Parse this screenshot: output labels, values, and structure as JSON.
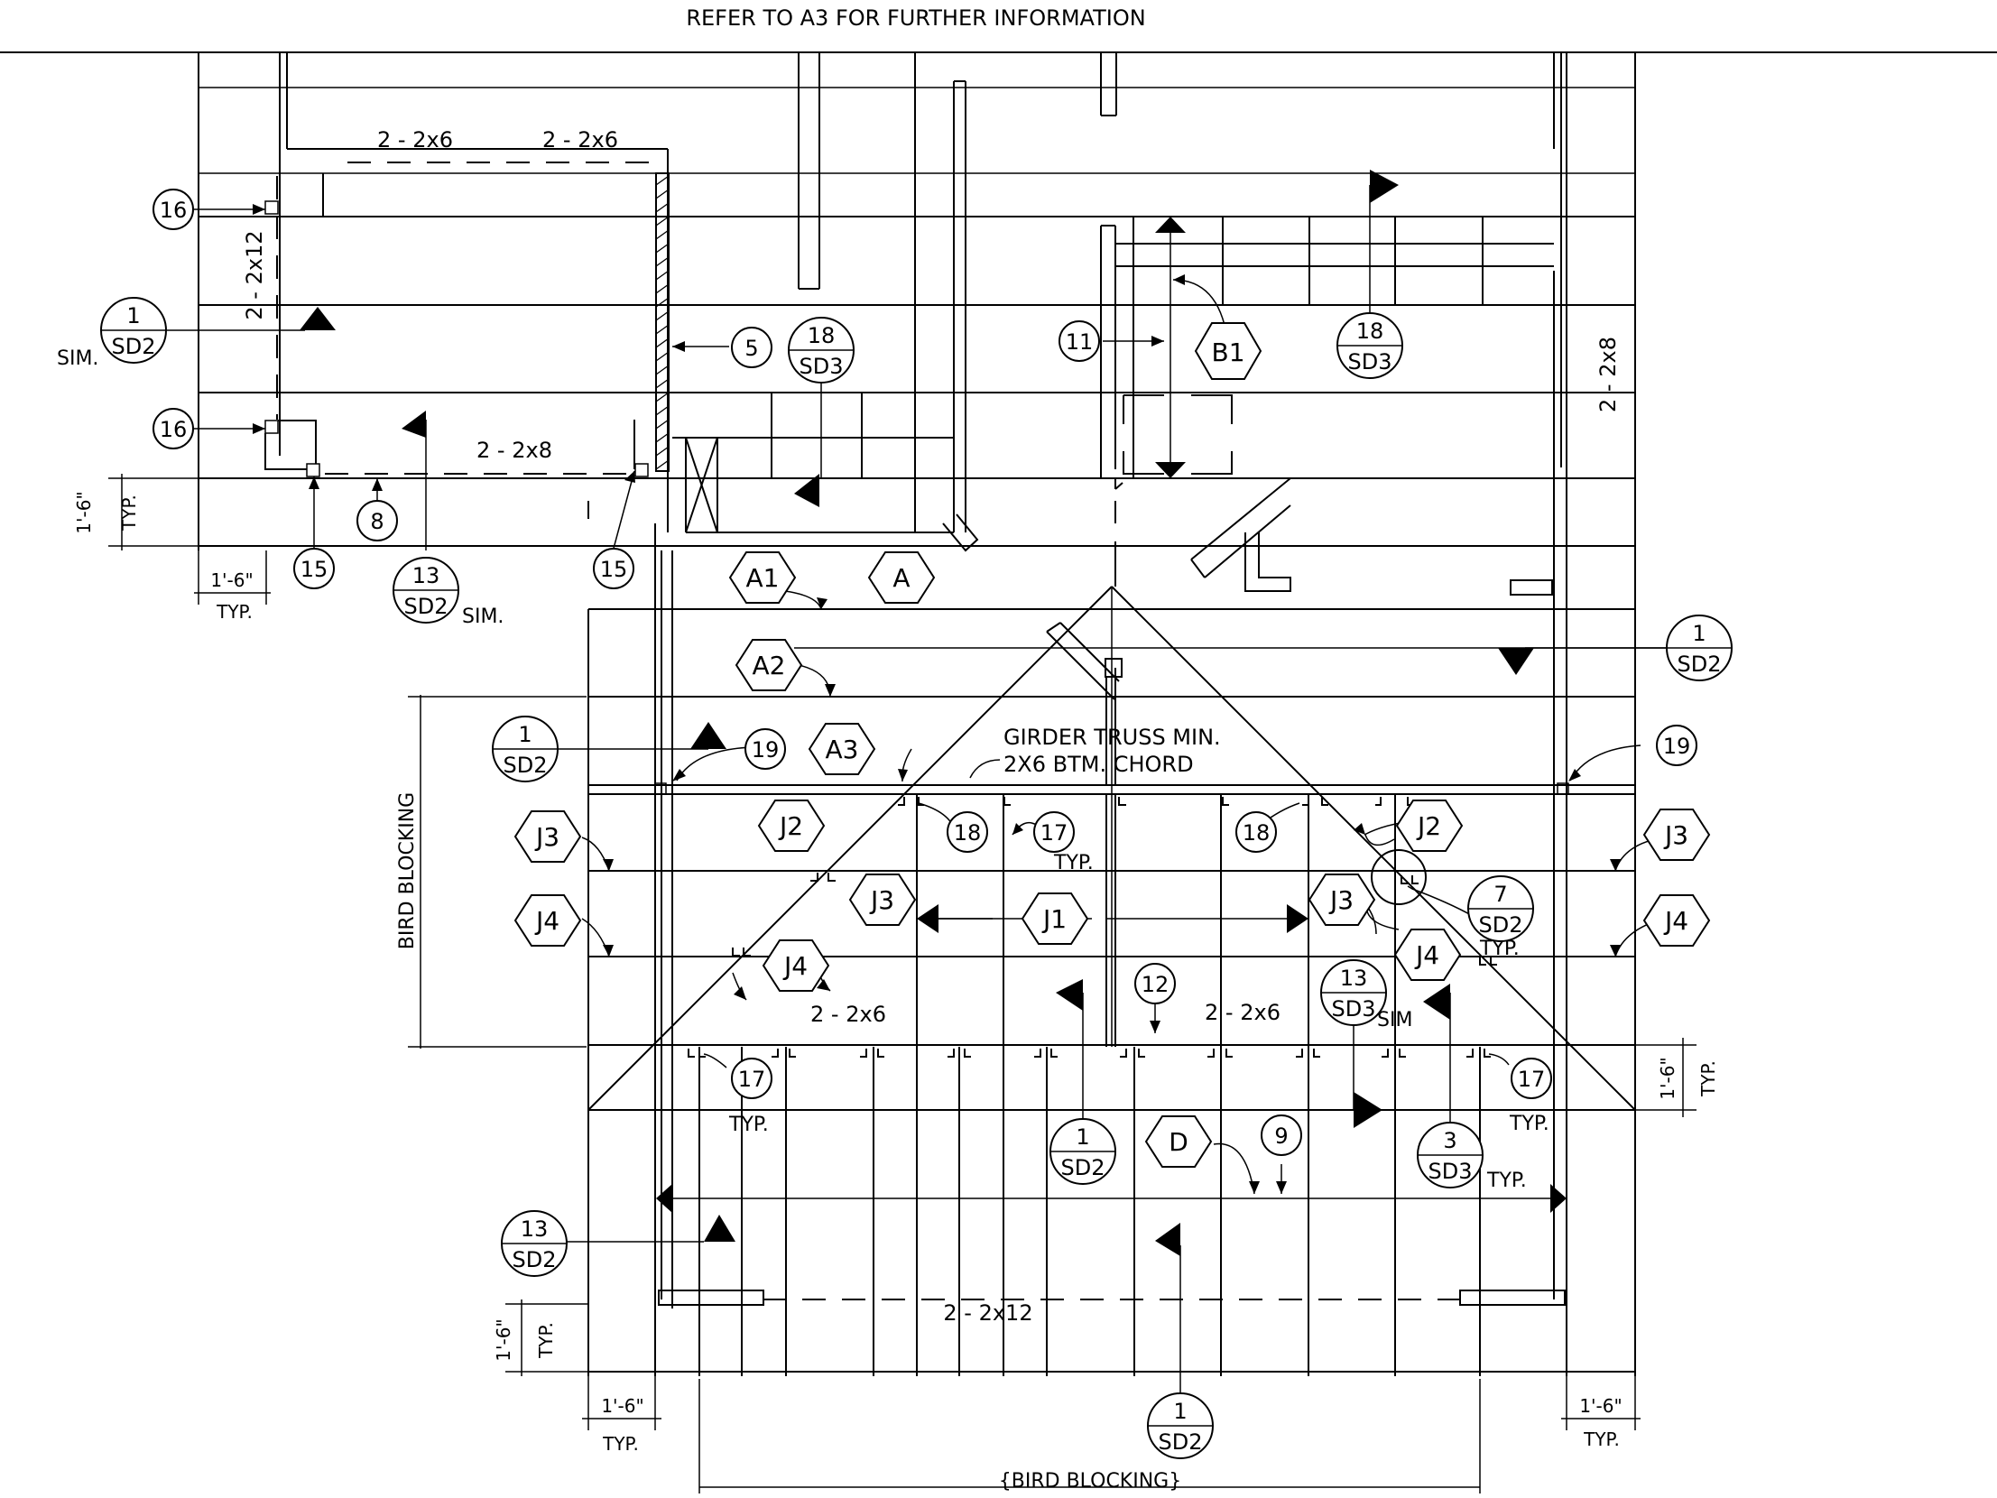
{
  "note_top": "REFER TO A3 FOR FURTHER INFORMATION",
  "colors": {
    "ink": "#000000",
    "paper": "#ffffff"
  },
  "members": {
    "hdr_2_2x6_a": "2 - 2x6",
    "hdr_2_2x6_b": "2 - 2x6",
    "hdr_2_2x12_v": "2 - 2x12",
    "hdr_2_2x8_h": "2 - 2x8",
    "hdr_2_2x8_v": "2 - 2x8",
    "hdr_2_2x6_c": "2 - 2x6",
    "hdr_2_2x6_d": "2 - 2x6",
    "hdr_2_2x12_h": "2 - 2x12"
  },
  "labels": {
    "girder_1": "GIRDER TRUSS MIN.",
    "girder_2": "2X6 BTM. CHORD",
    "bird_blocking_v": "BIRD BLOCKING",
    "bird_blocking_h": "{BIRD BLOCKING}",
    "sim": "SIM.",
    "sim2": "SIM",
    "typ": "TYP."
  },
  "dims": {
    "d1_6": "1'-6\""
  },
  "keynotes": [
    "16",
    "16",
    "5",
    "8",
    "15",
    "15",
    "11",
    "19",
    "19",
    "18",
    "17",
    "18",
    "12",
    "17",
    "17",
    "9"
  ],
  "hexes": [
    "B1",
    "A1",
    "A",
    "A2",
    "A3",
    "J2",
    "J2",
    "J3",
    "J3",
    "J3",
    "J3",
    "J4",
    "J4",
    "J4",
    "J1",
    "J4",
    "D"
  ],
  "sections": [
    {
      "top": "1",
      "bot": "SD2"
    },
    {
      "top": "18",
      "bot": "SD3"
    },
    {
      "top": "18",
      "bot": "SD3"
    },
    {
      "top": "13",
      "bot": "SD2"
    },
    {
      "top": "1",
      "bot": "SD2"
    },
    {
      "top": "1",
      "bot": "SD2"
    },
    {
      "top": "7",
      "bot": "SD2"
    },
    {
      "top": "13",
      "bot": "SD3"
    },
    {
      "top": "1",
      "bot": "SD2"
    },
    {
      "top": "3",
      "bot": "SD3"
    },
    {
      "top": "13",
      "bot": "SD2"
    },
    {
      "top": "1",
      "bot": "SD2"
    }
  ]
}
